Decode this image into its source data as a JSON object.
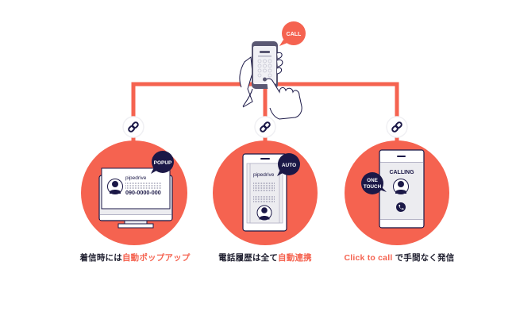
{
  "colors": {
    "accent": "#f56350",
    "navy": "#1b1847",
    "screen": "#ececf0",
    "white": "#ffffff",
    "text": "#1e1e2e"
  },
  "hub": {
    "icon": "phone-in-hand-icon",
    "bubble_label": "CALL"
  },
  "link_icon": "link-icon",
  "features": [
    {
      "device": "desktop-monitor",
      "bubble_label": "POPUP",
      "brand": "pipedrive",
      "phone_number": "090-0000-000",
      "caption_plain": "着信時には",
      "caption_highlight": "自動ポップアップ",
      "caption_after": ""
    },
    {
      "device": "tablet",
      "bubble_label": "AUTO",
      "brand": "pipedrive",
      "caption_plain": "電話履歴は全て",
      "caption_highlight": "自動連携",
      "caption_after": ""
    },
    {
      "device": "smartphone",
      "bubble_label_line1": "ONE",
      "bubble_label_line2": "TOUCH",
      "status": "CALLING",
      "caption_highlight": "Click to call",
      "caption_after": " で手間なく発信"
    }
  ]
}
